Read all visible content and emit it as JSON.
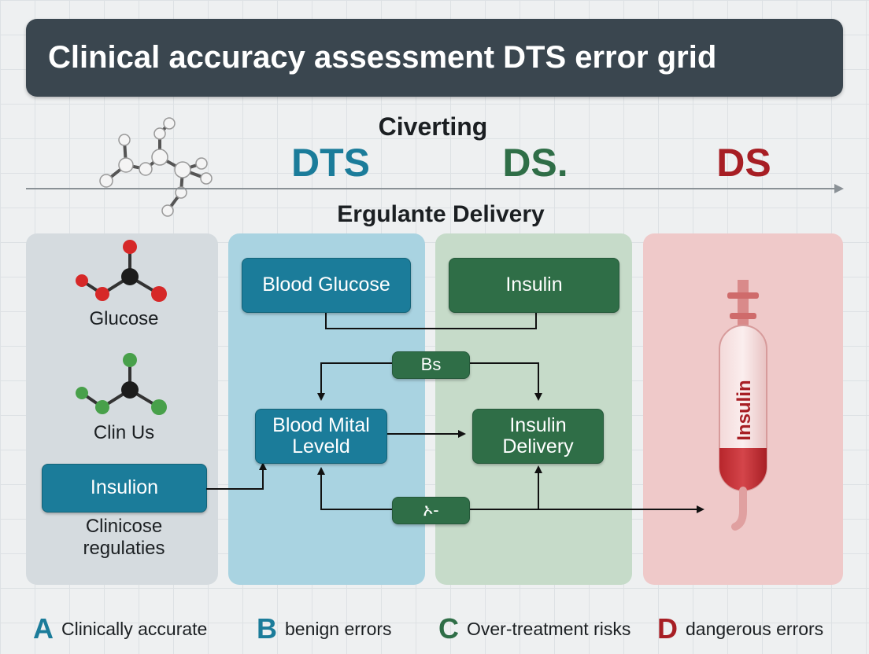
{
  "title": "Clinical accuracy assessment DTS error grid",
  "top": {
    "heading": "Civerting",
    "zones": [
      {
        "label": "DTS",
        "color": "#1b7c9a"
      },
      {
        "label": "DS.",
        "color": "#2f6e47"
      },
      {
        "label": "DS",
        "color": "#a71e24"
      }
    ],
    "subheading": "Ergulante Delivery"
  },
  "left_column": {
    "molecule_1_label": "Glucose",
    "molecule_2_label": "Clin Us",
    "button_label": "Insulion",
    "caption": "Clinicose\nregulaties"
  },
  "flow": {
    "blood_glucose": "Blood Glucose",
    "insulin": "Insulin",
    "bs": "Bs",
    "blood_mital": "Blood Mital\nLeveld",
    "insulin_delivery": "Insulin\nDelivery",
    "bottom_connector": "ኦ-"
  },
  "syringe": {
    "label": "Insulin"
  },
  "legend": [
    {
      "letter": "A",
      "text": "Clinically accurate",
      "color": "#1b7c9a"
    },
    {
      "letter": "B",
      "text": "benign errors",
      "color": "#1b7c9a"
    },
    {
      "letter": "C",
      "text": "Over-treatment risks",
      "color": "#2f6e47"
    },
    {
      "letter": "D",
      "text": "dangerous errors",
      "color": "#a71e24"
    }
  ],
  "colors": {
    "zone_a_panel": "#d5dbdf",
    "zone_b_panel": "#a9d3e1",
    "zone_c_panel": "#c6dbc9",
    "zone_d_panel": "#efc9c9",
    "title_bar": "#3a464f"
  }
}
